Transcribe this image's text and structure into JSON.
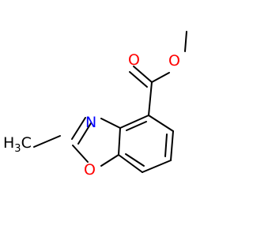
{
  "molecule": {
    "atoms": {
      "methyl_left": {
        "main": "H",
        "sub": "3",
        "tail": "C",
        "color": "#000000"
      },
      "ring_n": {
        "label": "N",
        "color": "#0000ff"
      },
      "ring_o": {
        "label": "O",
        "color": "#ff0000"
      },
      "carbonyl_o": {
        "label": "O",
        "color": "#ff0000"
      },
      "ester_o": {
        "label": "O",
        "color": "#ff0000"
      }
    }
  }
}
